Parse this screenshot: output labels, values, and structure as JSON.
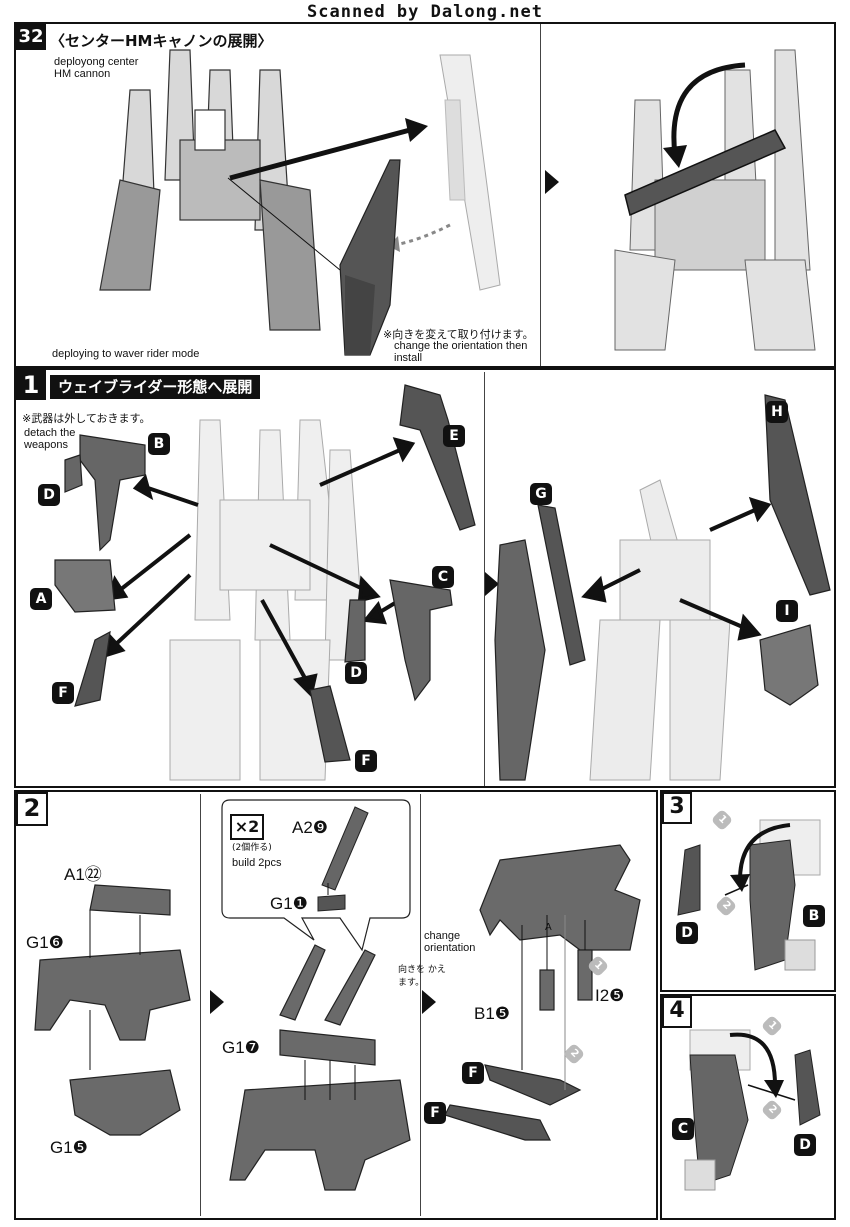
{
  "watermark": "Scanned by Dalong.net",
  "step32": {
    "num": "32",
    "title": "〈センターHMキャノンの展開〉",
    "note_en": "deployong center HM cannon",
    "jp_note": "※向きを変えて取り付けます。",
    "en_note": "change the orientation then install",
    "bottom_note": "deploying to waver rider mode"
  },
  "step1": {
    "num": "1",
    "title": "ウェイブライダー形態へ展開",
    "jp_note": "※武器は外しておきます。",
    "en_note": "detach the weapons",
    "labels_left": [
      "B",
      "D",
      "A",
      "F",
      "E",
      "C",
      "D",
      "F"
    ],
    "labels_right": [
      "H",
      "G",
      "I"
    ]
  },
  "step2": {
    "num": "2",
    "parts": {
      "a1": "A1㉒",
      "g16": "G1❻",
      "g15": "G1❺",
      "a29": "A2❾",
      "g11": "G1❶",
      "g17": "G1❼",
      "b15": "B1❺",
      "i25": "I2❺"
    },
    "x2": "×2",
    "x2_jp": "(2個作る)",
    "x2_en": "build 2pcs",
    "orient_en": "change orientation",
    "orient_jp": "向きを かえます。",
    "f_label": "F",
    "num1": "1",
    "num2": "2",
    "a_mark": "A"
  },
  "step3": {
    "num": "3",
    "d": "D",
    "b": "B",
    "n1": "1",
    "n2": "2"
  },
  "step4": {
    "num": "4",
    "c": "C",
    "d": "D",
    "n1": "1",
    "n2": "2"
  }
}
